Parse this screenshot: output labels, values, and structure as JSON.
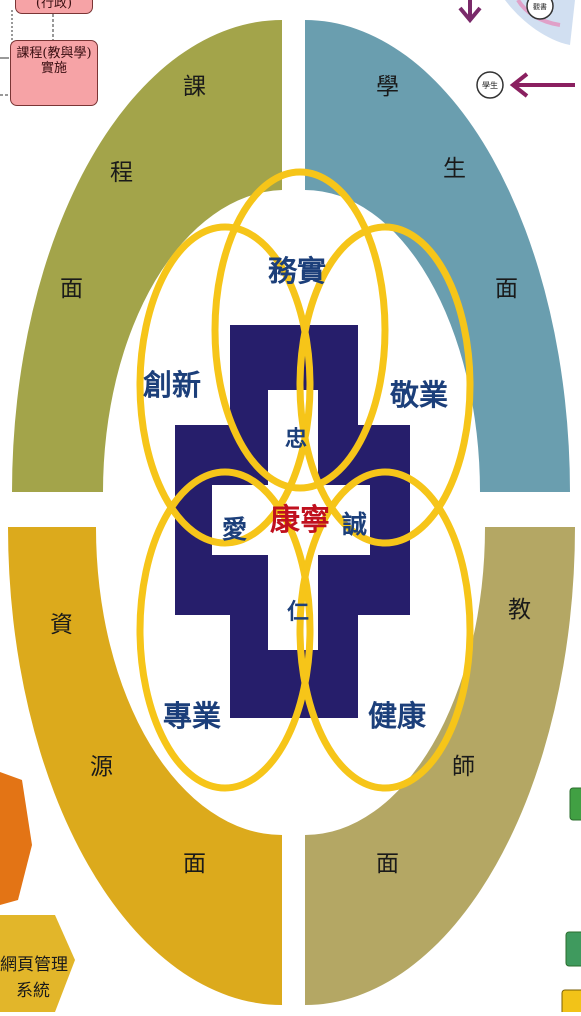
{
  "top_left_box": {
    "top_fragment": "(行政)",
    "line1": "課程(教與學)",
    "line2": "實施"
  },
  "top_right_stub": {
    "small_circle_1": "觀書",
    "small_circle_2": "學生"
  },
  "bottom_left_stub": {
    "line1": "網頁管理",
    "line2": "系統"
  },
  "quadrants": {
    "curriculum": {
      "chars": [
        "課",
        "程",
        "面"
      ],
      "color": "#a3a44a"
    },
    "student": {
      "chars": [
        "學",
        "生",
        "面"
      ],
      "color": "#6a9eaf"
    },
    "resource": {
      "chars": [
        "資",
        "源",
        "面"
      ],
      "color": "#dcaa1c"
    },
    "teacher": {
      "chars": [
        "教",
        "師",
        "面"
      ],
      "color": "#b4a764"
    }
  },
  "rings": {
    "top": "務實",
    "upper_left": "創新",
    "upper_right": "敬業",
    "lower_left": "專業",
    "lower_right": "健康",
    "ring_color": "#f6c519"
  },
  "center": {
    "title": "康寧",
    "left": "愛",
    "right": "誠",
    "top": "忠",
    "bottom": "仁"
  },
  "colors": {
    "emblem": "#261e6b",
    "label_blue": "#1c3f7a",
    "center_red": "#c0101e"
  }
}
